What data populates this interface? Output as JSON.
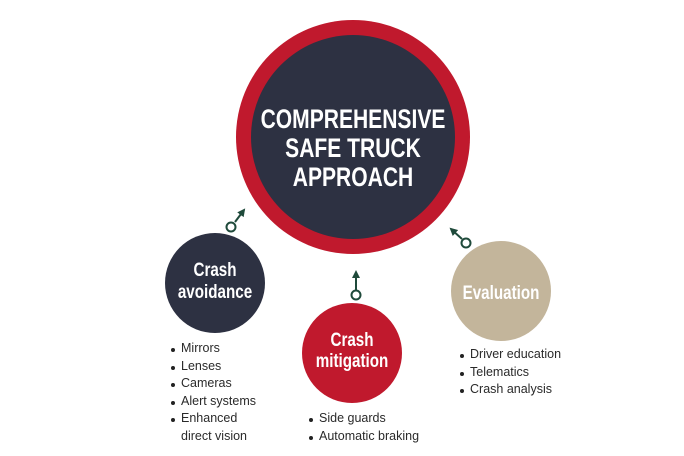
{
  "title": {
    "lines": [
      "COMPREHENSIVE",
      "SAFE TRUCK",
      "APPROACH"
    ]
  },
  "nodes": [
    {
      "label_lines": [
        "Crash",
        "avoidance"
      ],
      "color": "#2d3142",
      "items": [
        "Mirrors",
        "Lenses",
        "Cameras",
        "Alert systems",
        "Enhanced",
        "direct vision"
      ]
    },
    {
      "label_lines": [
        "Crash",
        "mitigation"
      ],
      "color": "#c0192d",
      "items": [
        "Side guards",
        "Automatic braking"
      ]
    },
    {
      "label_lines": [
        "Evaluation"
      ],
      "color": "#c3b59b",
      "items": [
        "Driver education",
        "Telematics",
        "Crash analysis"
      ]
    }
  ],
  "colors": {
    "ring": "#c0192d",
    "core": "#2d3142",
    "arrow": "#1f4a3b"
  }
}
